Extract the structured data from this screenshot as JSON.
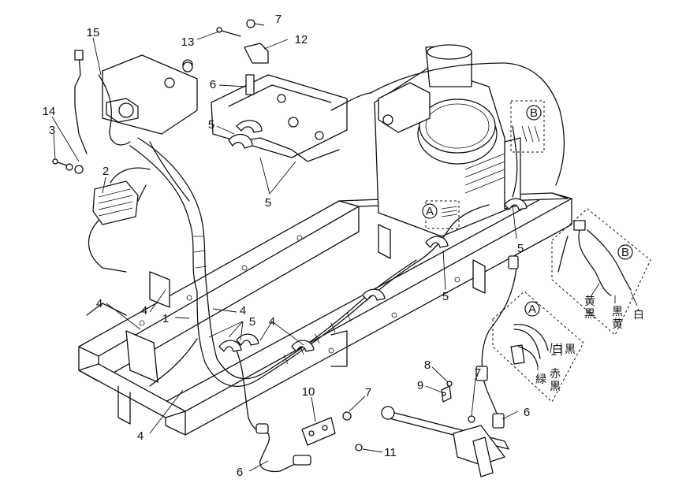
{
  "callouts": {
    "c1": "1",
    "c2": "2",
    "c3": "3",
    "c4a": "4",
    "c4b": "4",
    "c4c": "4",
    "c4d": "4",
    "c4e": "4",
    "c5a": "5",
    "c5b": "5",
    "c5c": "5",
    "c5d": "5",
    "c5e": "5",
    "c6a": "6",
    "c6b": "6",
    "c6c": "6",
    "c7a": "7",
    "c7b": "7",
    "c7c": "7",
    "c8": "8",
    "c9": "9",
    "c10": "10",
    "c11": "11",
    "c12": "12",
    "c13": "13",
    "c14": "14",
    "c15": "15"
  },
  "connectors": {
    "a_main": "A",
    "b_main": "B",
    "a_detail": "A",
    "b_detail": "B"
  },
  "detail_a_wires": {
    "green": "緑",
    "red_black": "赤黒",
    "white_black": "白黒"
  },
  "detail_b_wires": {
    "yellow_black": "黄黒",
    "black_yellow": "黒黄",
    "white": "白"
  }
}
